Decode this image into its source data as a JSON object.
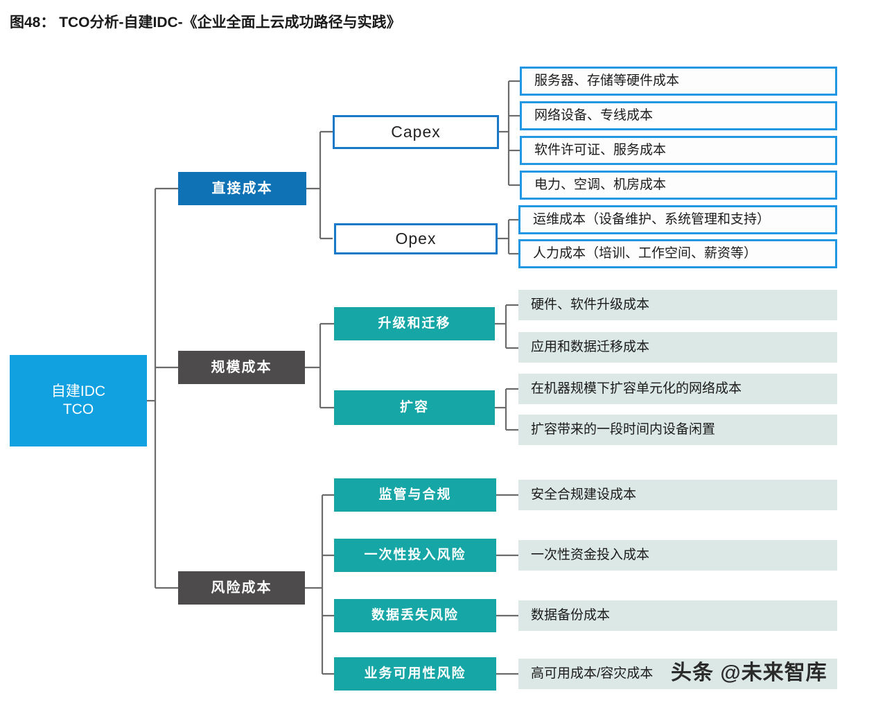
{
  "title": "图48： TCO分析-自建IDC-《企业全面上云成功路径与实践》",
  "watermark": "头条 @未来智库",
  "colors": {
    "root_blue": "#11A1E0",
    "level2_blue": "#0F72B5",
    "level2_gray": "#4D4B4B",
    "outline_blue": "#1879C9",
    "teal": "#17A6A6",
    "leaf_blue_border": "#2196E3",
    "leaf_sage_fill": "#DCE8E5",
    "connector": "#6B6B6B",
    "text_dark": "#1B1B1B",
    "text_light": "#FFFFFF"
  },
  "root": {
    "line1": "自建IDC",
    "line2": "TCO"
  },
  "branches": [
    {
      "id": "direct-cost",
      "label": "直接成本",
      "style": "level2-blue",
      "groups": [
        {
          "id": "capex",
          "label": "Capex",
          "style": "outline-blue",
          "leaves": [
            "服务器、存储等硬件成本",
            "网络设备、专线成本",
            "软件许可证、服务成本",
            "电力、空调、机房成本"
          ]
        },
        {
          "id": "opex",
          "label": "Opex",
          "style": "outline-blue",
          "leaves": [
            "运维成本（设备维护、系统管理和支持）",
            "人力成本（培训、工作空间、薪资等）"
          ]
        }
      ]
    },
    {
      "id": "scale-cost",
      "label": "规模成本",
      "style": "level2-gray",
      "groups": [
        {
          "id": "upgrade-migration",
          "label": "升级和迁移",
          "style": "teal",
          "leaves": [
            "硬件、软件升级成本",
            "应用和数据迁移成本"
          ]
        },
        {
          "id": "expansion",
          "label": "扩容",
          "style": "teal",
          "leaves": [
            "在机器规模下扩容单元化的网络成本",
            "扩容带来的一段时间内设备闲置"
          ]
        }
      ]
    },
    {
      "id": "risk-cost",
      "label": "风险成本",
      "style": "level2-gray",
      "groups": [
        {
          "id": "regulation-compliance",
          "label": "监管与合规",
          "style": "teal",
          "leaves": [
            "安全合规建设成本"
          ]
        },
        {
          "id": "one-time-investment-risk",
          "label": "一次性投入风险",
          "style": "teal",
          "leaves": [
            "一次性资金投入成本"
          ]
        },
        {
          "id": "data-loss-risk",
          "label": "数据丢失风险",
          "style": "teal",
          "leaves": [
            "数据备份成本"
          ]
        },
        {
          "id": "availability-risk",
          "label": "业务可用性风险",
          "style": "teal",
          "leaves": [
            "高可用成本/容灾成本"
          ]
        }
      ]
    }
  ]
}
